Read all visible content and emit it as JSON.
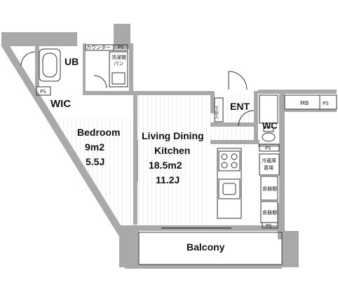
{
  "floor_plan": {
    "rooms": {
      "ub": "UB",
      "wic": "WIC",
      "bedroom": {
        "name": "Bedroom",
        "area": "9m2",
        "tatami": "5.5J"
      },
      "ldk": {
        "name_line1": "Living Dining",
        "name_line2": "Kitchen",
        "area": "18.5m2",
        "tatami": "11.2J"
      },
      "ent": "ENT",
      "wc": "WC",
      "balcony": "Balcony"
    },
    "labels": {
      "counter": "カウンター",
      "ps_top": "PS",
      "washer_line1": "洗濯機",
      "washer_line2": "パン",
      "ps_wic": "PS",
      "shoe_box": "下足入",
      "mb": "MB",
      "ps_mb": "PS",
      "ps_wc": "PS",
      "fridge_line1": "冷蔵庫",
      "fridge_line2": "置場",
      "shelf_1": "食器棚",
      "shelf_2": "食器棚",
      "ps_bottom": "PS"
    },
    "colors": {
      "wall": "#a9a9a9",
      "line": "#333333",
      "hatch": "#dcdcdc"
    }
  }
}
